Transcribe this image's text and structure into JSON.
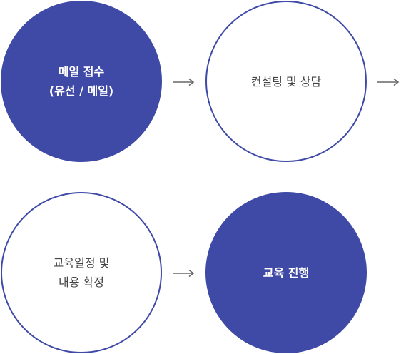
{
  "colors": {
    "accent": "#3f4aa6",
    "arrow": "#666666"
  },
  "steps": [
    {
      "lines": [
        "메일 접수",
        "(유선 / 메일)"
      ],
      "style": "filled"
    },
    {
      "lines": [
        "컨설팅 및 상담"
      ],
      "style": "outline"
    },
    {
      "lines": [
        "교육일정 및",
        "내용 확정"
      ],
      "style": "outline"
    },
    {
      "lines": [
        "교육 진행"
      ],
      "style": "filled"
    }
  ]
}
